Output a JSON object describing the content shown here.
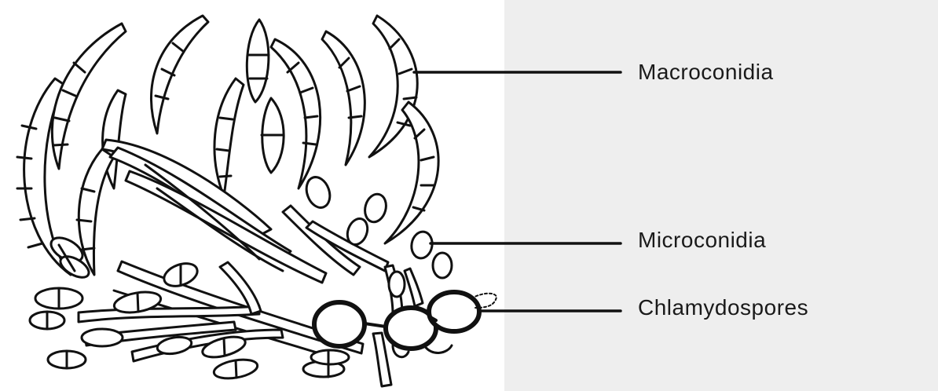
{
  "labels": {
    "macroconidia": "Macroconidia",
    "microconidia": "Microconidia",
    "chlamydospores": "Chlamydospores"
  }
}
